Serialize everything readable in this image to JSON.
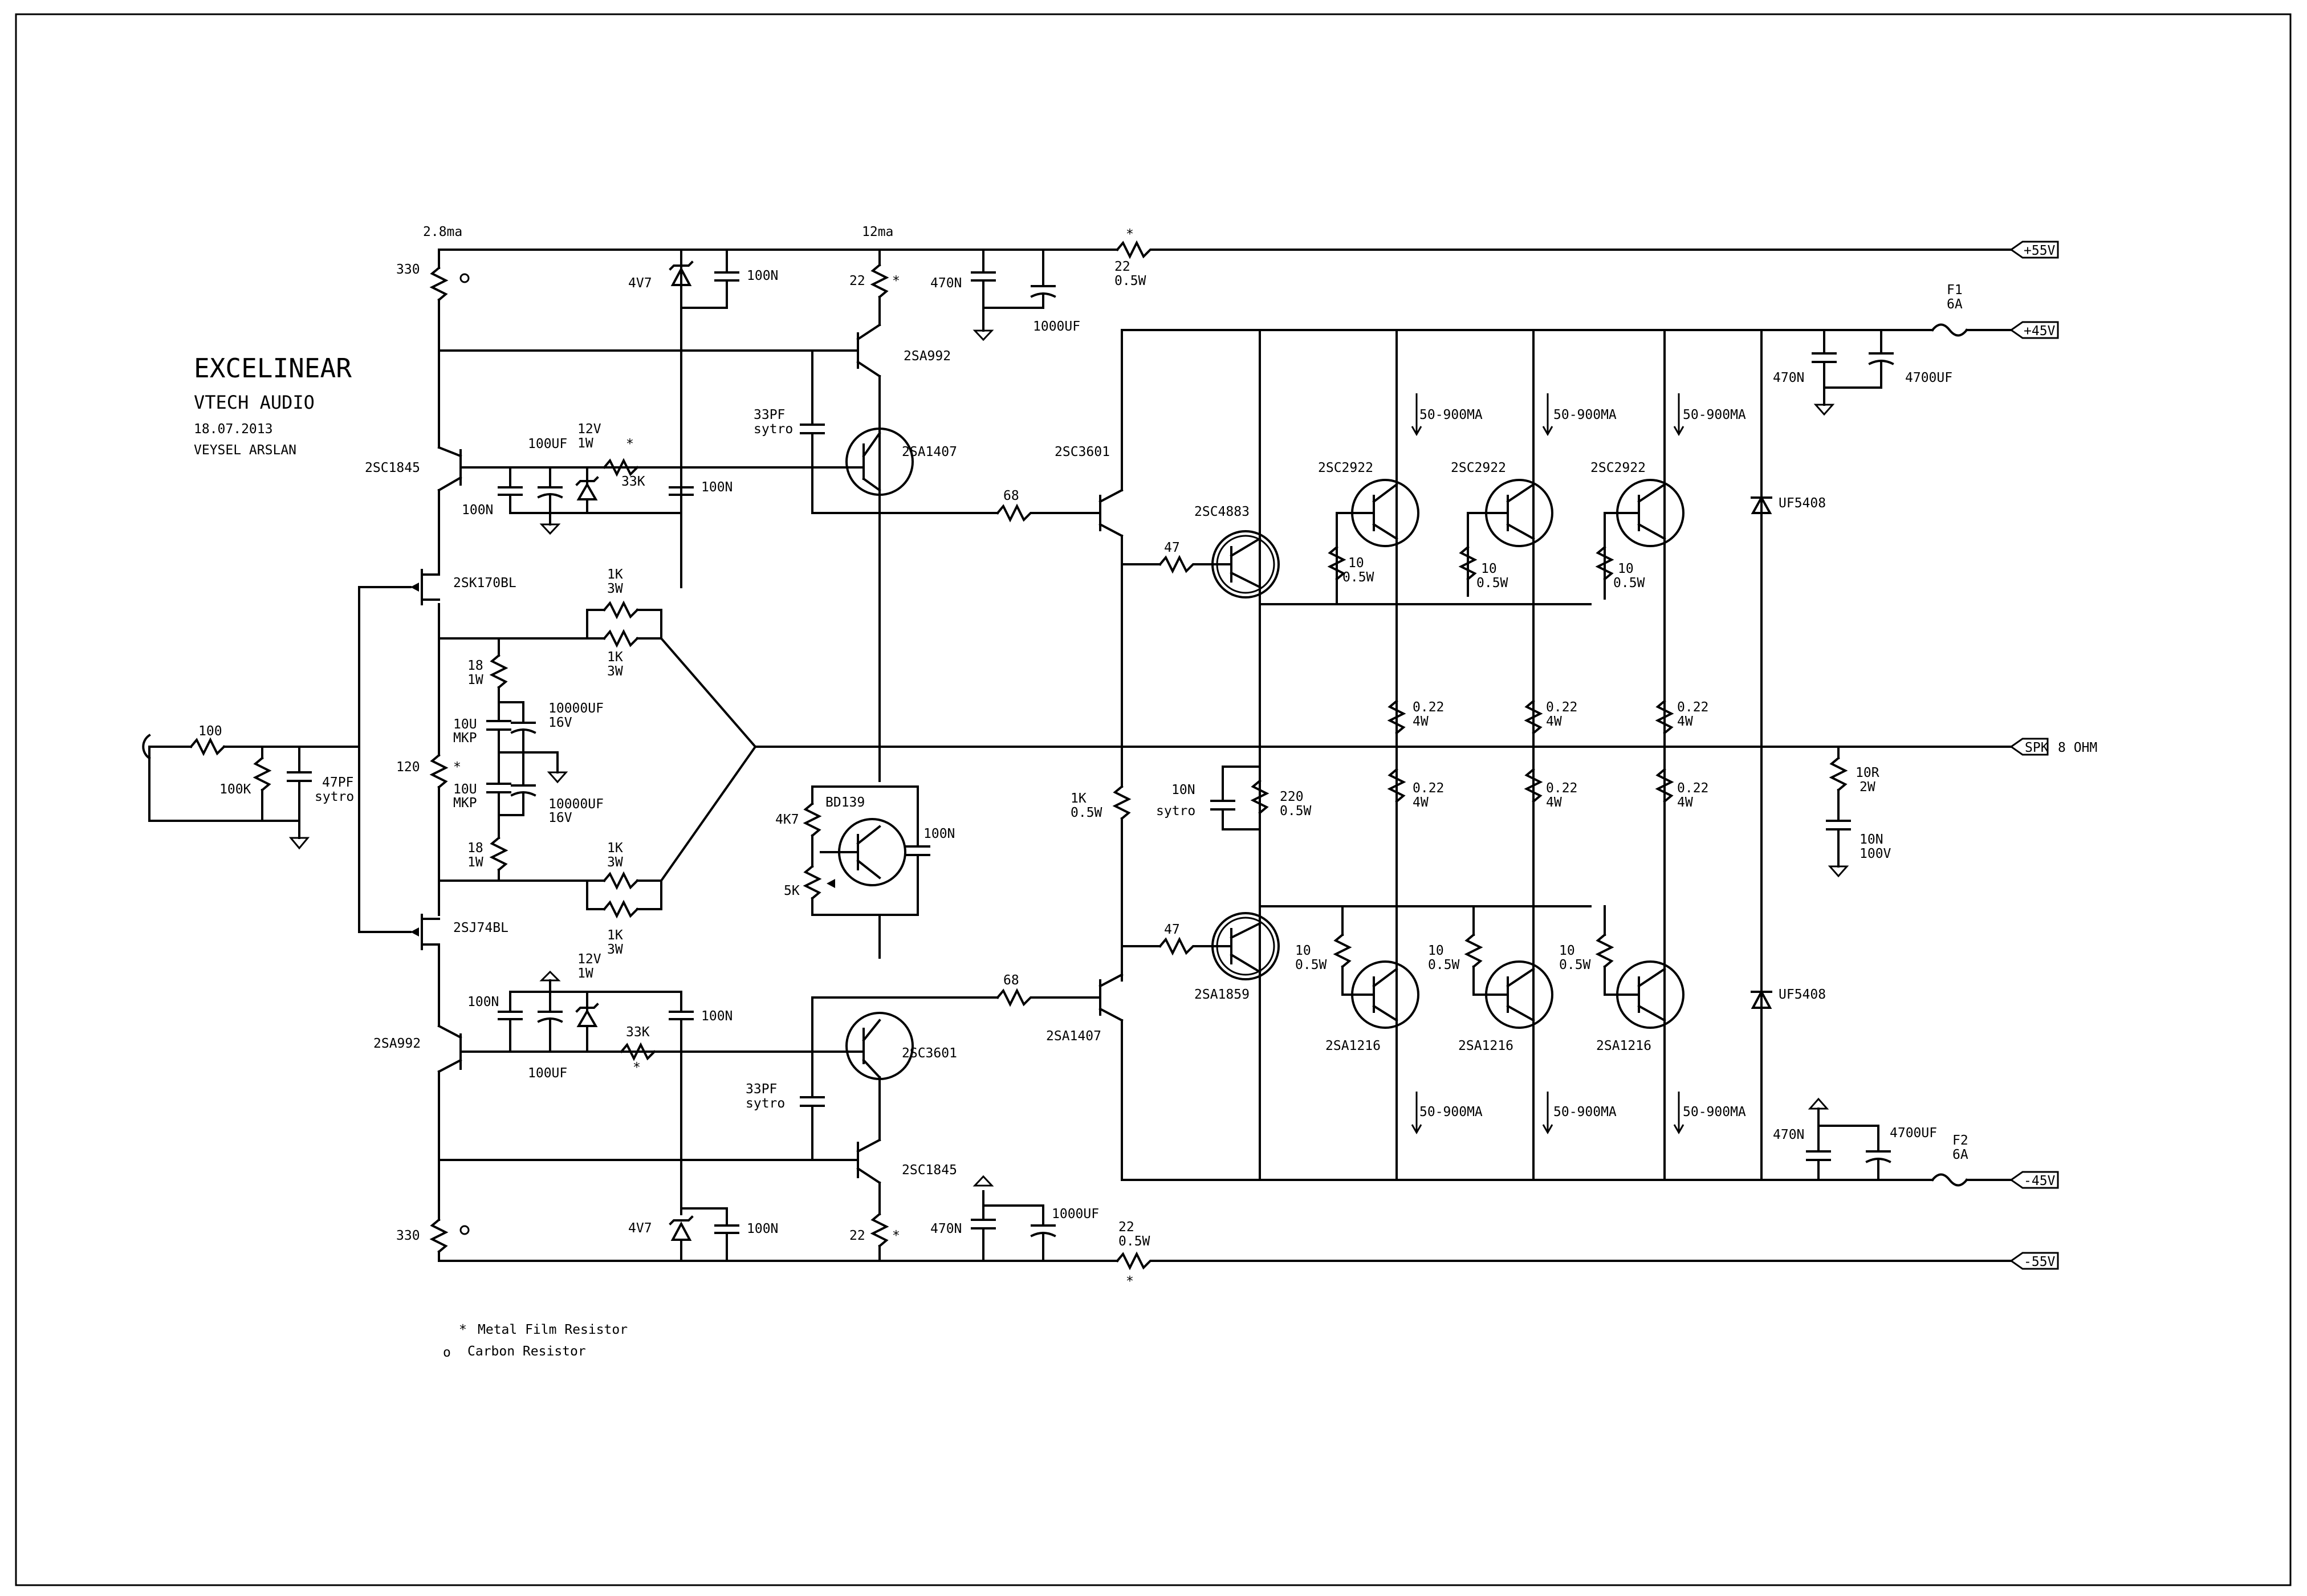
{
  "title_block": {
    "title": "EXCELINEAR",
    "company": "VTECH AUDIO",
    "date": "18.07.2013",
    "author": "VEYSEL ARSLAN"
  },
  "rails": {
    "p55": "+55V",
    "p45": "+45V",
    "m45": "-45V",
    "m55": "-55V",
    "spk": "SPK",
    "spk_load": "8 OHM"
  },
  "legend": {
    "metal_symbol": "*",
    "metal_text": "Metal Film Resistor",
    "carbon_symbol": "o",
    "carbon_text": "Carbon Resistor"
  },
  "labels": {
    "cur_top_left": "2.8ma",
    "cur_top_mid": "12ma",
    "r330_top": "330",
    "r330_bot": "330",
    "z4v7_top": "4V7",
    "z4v7_bot": "4V7",
    "c100n_z_top": "100N",
    "c100n_z_bot": "100N",
    "r22_top": "22",
    "r22_bot": "22",
    "c470n_top": "470N",
    "c470n_bot": "470N",
    "c1000uf_top": "1000UF",
    "c1000uf_bot": "1000UF",
    "r22w_top_a": "22",
    "r22w_top_b": "0.5W",
    "r22w_bot_a": "22",
    "r22w_bot_b": "0.5W",
    "q_2sa992_top": "2SA992",
    "q_2sa992_bot": "2SA992",
    "q_2sc1845_top": "2SC1845",
    "q_2sc1845_bot": "2SC1845",
    "q_2sa1407_top": "2SA1407",
    "q_2sc3601_bot": "2SC3601",
    "c33pf_top_a": "33PF",
    "c33pf_top_b": "sytro",
    "c33pf_bot_a": "33PF",
    "c33pf_bot_b": "sytro",
    "c100uf_top": "100UF",
    "c100uf_bot": "100UF",
    "z12v_top_a": "12V",
    "z12v_top_b": "1W",
    "z12v_bot_a": "12V",
    "z12v_bot_b": "1W",
    "r33k_top": "33K",
    "r33k_bot": "33K",
    "c100n_a_top": "100N",
    "c100n_b_top": "100N",
    "c100n_a_bot": "100N",
    "c100n_b_bot": "100N",
    "j_2sk170": "2SK170BL",
    "j_2sj74": "2SJ74BL",
    "r1k3w_1a": "1K",
    "r1k3w_1b": "3W",
    "r1k3w_2a": "1K",
    "r1k3w_2b": "3W",
    "r1k3w_3a": "1K",
    "r1k3w_3b": "3W",
    "r1k3w_4a": "1K",
    "r1k3w_4b": "3W",
    "r18_top_a": "18",
    "r18_top_b": "1W",
    "r18_bot_a": "18",
    "r18_bot_b": "1W",
    "c10u_top_a": "10U",
    "c10u_top_b": "MKP",
    "c10u_bot_a": "10U",
    "c10u_bot_b": "MKP",
    "c10000_top_a": "10000UF",
    "c10000_top_b": "16V",
    "c10000_bot_a": "10000UF",
    "c10000_bot_b": "16V",
    "r120": "120",
    "r100": "100",
    "r100k": "100K",
    "c47pf_a": "47PF",
    "c47pf_b": "sytro",
    "r4k7": "4K7",
    "q_bd139": "BD139",
    "r5k": "5K",
    "c100n_bias": "100N",
    "r68_top": "68",
    "r68_bot": "68",
    "q_2sc3601_top": "2SC3601",
    "q_2sa1407_bot": "2SA1407",
    "r47_top": "47",
    "r47_bot": "47",
    "q_2sc4883": "2SC4883",
    "q_2sa1859": "2SA1859",
    "r1k05_a": "1K",
    "r1k05_b": "0.5W",
    "c10n_a": "10N",
    "c10n_b": "sytro",
    "r220_a": "220",
    "r220_b": "0.5W",
    "q_2sc2922": "2SC2922",
    "q_2sa1216": "2SA1216",
    "r10_a": "10",
    "r10_b": "0.5W",
    "r022_a": "0.22",
    "r022_b": "4W",
    "bias_current": "50-900MA",
    "d_uf5408": "UF5408",
    "c470n_rail": "470N",
    "c4700uf": "4700UF",
    "f1_a": "F1",
    "f1_b": "6A",
    "f2_a": "F2",
    "f2_b": "6A",
    "r10r_a": "10R",
    "r10r_b": "2W",
    "c10n_zobel_a": "10N",
    "c10n_zobel_b": "100V",
    "star": "*"
  }
}
